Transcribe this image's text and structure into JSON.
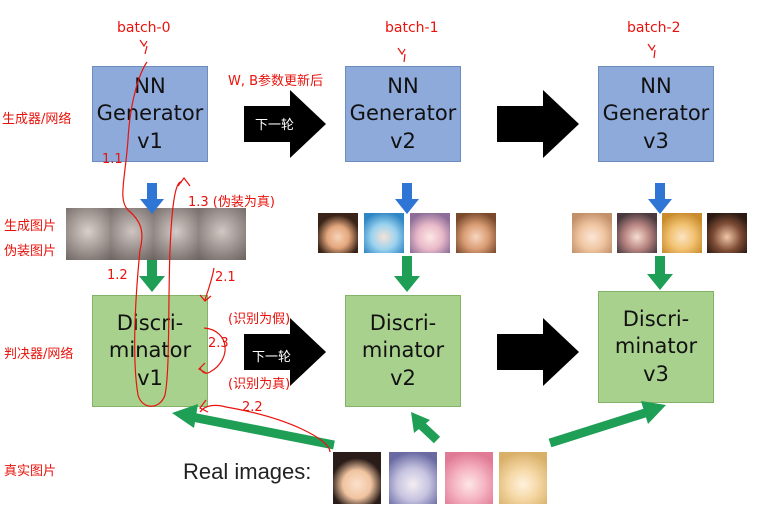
{
  "batch_labels": [
    "batch-0",
    "batch-1",
    "batch-2"
  ],
  "generators": [
    {
      "lines": [
        "NN",
        "Generator",
        "v1"
      ]
    },
    {
      "lines": [
        "NN",
        "Generator",
        "v2"
      ]
    },
    {
      "lines": [
        "NN",
        "Generator",
        "v3"
      ]
    }
  ],
  "discriminators": [
    {
      "lines": [
        "Discri-",
        "minator",
        "v1"
      ]
    },
    {
      "lines": [
        "Discri-",
        "minator",
        "v2"
      ]
    },
    {
      "lines": [
        "Discri-",
        "minator",
        "v3"
      ]
    }
  ],
  "side_labels": {
    "generator": "生成器/网络",
    "generated_images": "生成图片",
    "fake_images": "伪装图片",
    "discriminator": "判决器/网络",
    "real_images": "真实图片"
  },
  "annotations": {
    "param_update": "W, B参数更新后",
    "next_round_top": "下一轮",
    "next_round_bottom": "下一轮",
    "step_1_1": "1.1",
    "step_1_2": "1.2",
    "step_1_3": "1.3 (伪装为真)",
    "step_2_1": "2.1",
    "step_2_2": "2.2",
    "step_2_3": "2.3",
    "identify_fake": "(识别为假)",
    "identify_real": "(识别为真)"
  },
  "real_images_label": "Real images:",
  "colors": {
    "generator_fill": "#8eaadb",
    "discriminator_fill": "#a9d18e",
    "arrow_blue": "#2e75d6",
    "arrow_green": "#1f9e55",
    "annotation_red": "#e8130c"
  },
  "icons": [
    "image-thumbnail",
    "anime-face-image"
  ]
}
